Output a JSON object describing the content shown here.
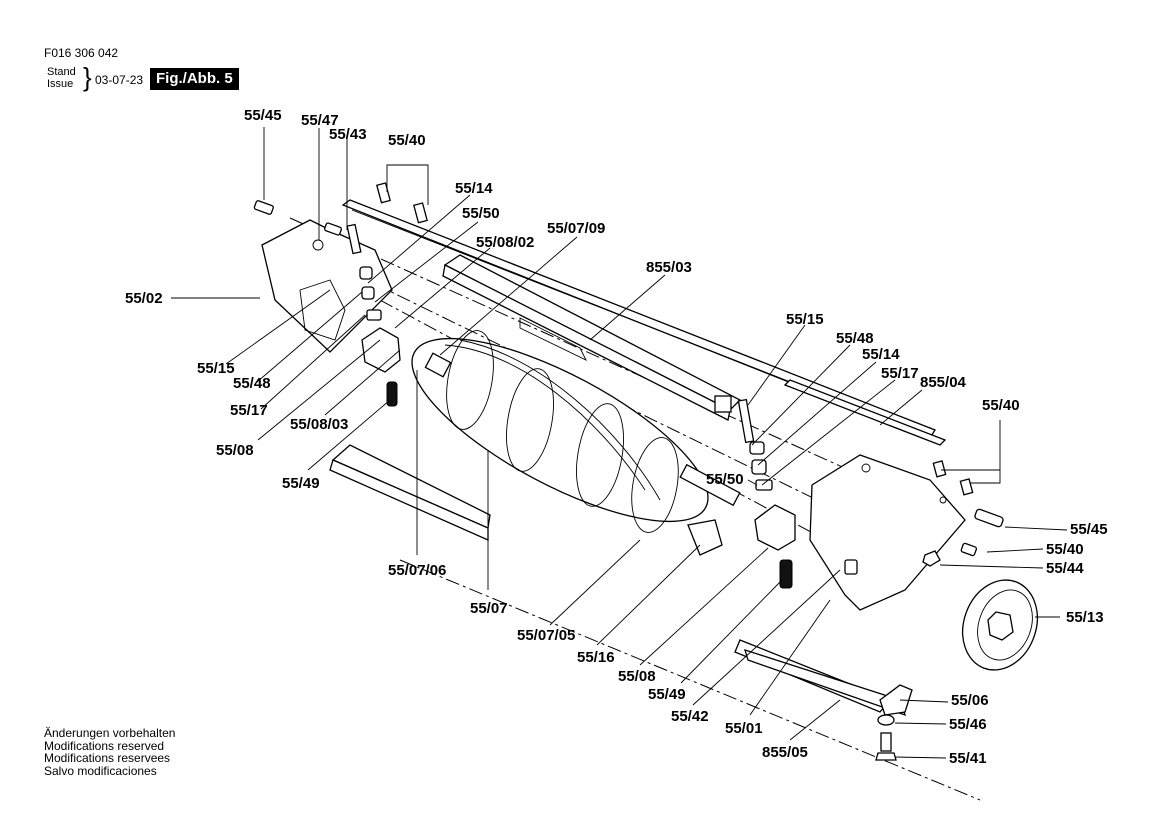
{
  "header": {
    "document_number": "F016 306 042",
    "stand_label": "Stand",
    "issue_label": "Issue",
    "date": "03-07-23",
    "figure_label": "Fig./Abb. 5"
  },
  "footer": {
    "notes": [
      "Änderungen vorbehalten",
      "Modifications reserved",
      "Modifications reservees",
      "Salvo modificaciones"
    ]
  },
  "labels": {
    "l_55_45_top": "55/45",
    "l_55_47": "55/47",
    "l_55_43": "55/43",
    "l_55_40_top": "55/40",
    "l_55_14_left": "55/14",
    "l_55_50_left": "55/50",
    "l_55_08_02": "55/08/02",
    "l_55_07_09": "55/07/09",
    "l_855_03": "855/03",
    "l_55_02": "55/02",
    "l_55_15_left": "55/15",
    "l_55_48_left": "55/48",
    "l_55_17_left": "55/17",
    "l_55_08_03": "55/08/03",
    "l_55_08_left": "55/08",
    "l_55_49_left": "55/49",
    "l_55_15_right": "55/15",
    "l_55_48_right": "55/48",
    "l_55_14_right": "55/14",
    "l_55_17_right": "55/17",
    "l_855_04": "855/04",
    "l_55_40_right": "55/40",
    "l_55_50_right": "55/50",
    "l_55_45_right": "55/45",
    "l_55_40_lower": "55/40",
    "l_55_44": "55/44",
    "l_55_13": "55/13",
    "l_55_07_06": "55/07/06",
    "l_55_07": "55/07",
    "l_55_07_05": "55/07/05",
    "l_55_16": "55/16",
    "l_55_08_bottom": "55/08",
    "l_55_49_bottom": "55/49",
    "l_55_42": "55/42",
    "l_55_01": "55/01",
    "l_855_05": "855/05",
    "l_55_06": "55/06",
    "l_55_46": "55/46",
    "l_55_41": "55/41"
  }
}
